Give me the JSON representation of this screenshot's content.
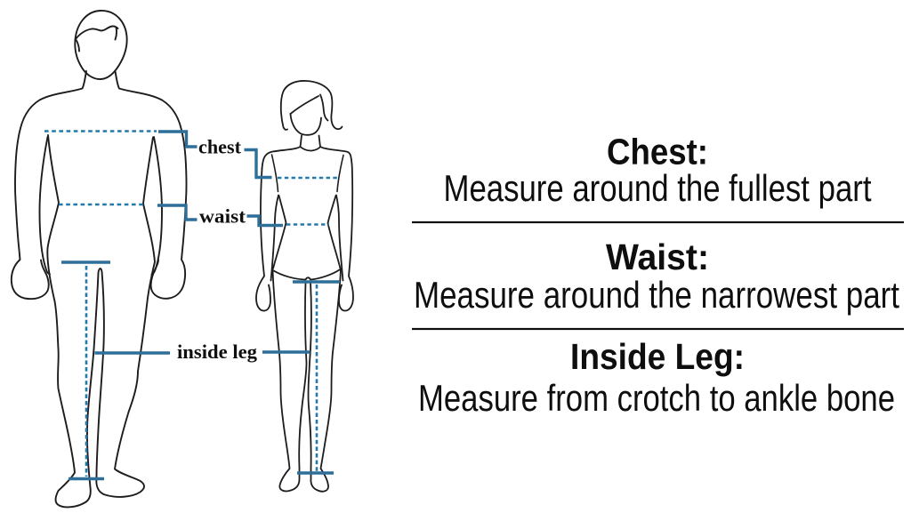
{
  "page": {
    "background": "#ffffff"
  },
  "colors": {
    "figure_outline": "#1c1c1c",
    "label_text": "#0f0f0f",
    "panel_text": "#0e0e0e",
    "measure_solid": "#2e6f9a",
    "measure_dotted": "#2279ab",
    "divider": "#0e0e0e"
  },
  "diagram": {
    "labels": {
      "chest": "chest",
      "waist": "waist",
      "inside_leg": "inside leg"
    }
  },
  "instructions": {
    "sections": [
      {
        "heading": "Chest:",
        "description": "Measure around the fullest part"
      },
      {
        "heading": "Waist:",
        "description": "Measure around the narrowest part"
      },
      {
        "heading": "Inside Leg:",
        "description": "Measure from crotch to ankle bone"
      }
    ]
  }
}
